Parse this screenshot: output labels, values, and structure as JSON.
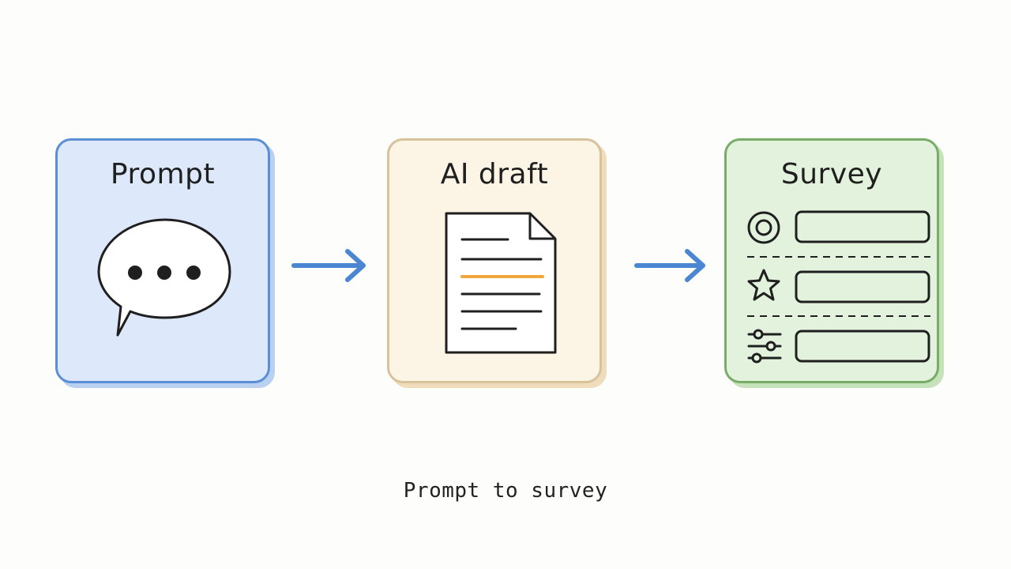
{
  "diagram": {
    "steps": [
      {
        "title": "Prompt"
      },
      {
        "title": "AI draft"
      },
      {
        "title": "Survey"
      }
    ],
    "caption": "Prompt to survey"
  },
  "colors": {
    "prompt_fill": "#dde9fb",
    "prompt_border": "#5a8fd6",
    "draft_fill": "#fcf4e4",
    "draft_border": "#d8c29c",
    "survey_fill": "#e3f2dc",
    "survey_border": "#78ad69",
    "arrow": "#4a86d1",
    "highlight_line": "#f0a63a"
  },
  "icons": {
    "prompt": "speech-bubble-icon",
    "draft": "document-icon",
    "survey_rows": [
      "radio-button-icon",
      "star-icon",
      "sliders-icon"
    ]
  }
}
